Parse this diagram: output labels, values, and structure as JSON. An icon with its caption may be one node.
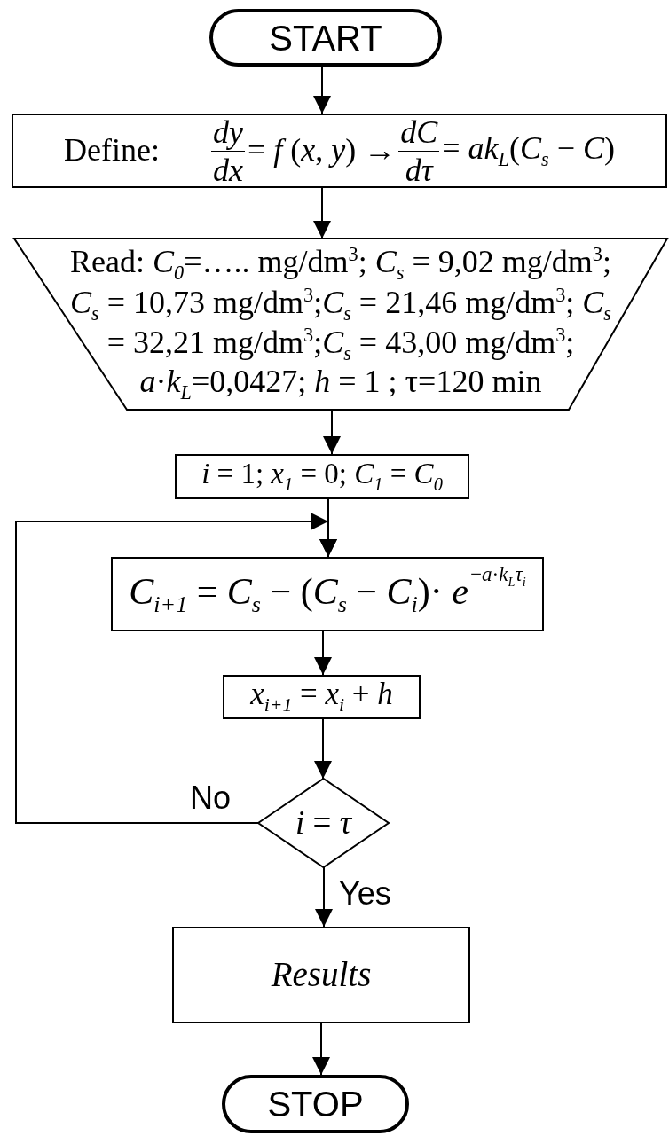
{
  "diagram": {
    "nodes": [
      {
        "text": [
          "START"
        ]
      },
      {
        "text": [
          "Define:",
          "dy",
          "dx",
          "= *f* (*x*, *y*) →",
          "dC",
          "dτ",
          "= *ak*$_{L}$(*C*$_{s}$ − *C*)"
        ]
      },
      {
        "text": [
          "Read: *C*$_{0}$=….. mg/dm$^{3}$; *C*$_{s}$ = 9,02 mg/dm$^{3}$; *C*$_{s}$ = 10,73 mg/dm$^{3}$;*C*$_{s}$ = 21,46 mg/dm$^{3}$; *C*$_{s}$ = 32,21 mg/dm$^{3}$;*C*$_{s}$ = 43,00 mg/dm$^{3}$; *a*·*k*$_{L}$=0,0427; *h* = 1 ; τ=120 min"
        ]
      },
      {
        "text": [
          "*i* = 1;  *x*$_{1}$ = 0; *C*$_{1}$ = *C*$_{0}$"
        ]
      },
      {
        "text": [
          "*C*$_{i+1}$ = *C*$_{s}$ − (*C*$_{s}$ − *C*$_{i}$)· *e*",
          "−*a*·*k*$_{L}$*τ*$_{i}$"
        ]
      },
      {
        "text": [
          "*x*$_{i+1}$ = *x*$_{i}$ + *h*"
        ]
      },
      {
        "text": [
          "*i* = *τ*"
        ]
      },
      {
        "text": [
          "Results"
        ]
      },
      {
        "text": [
          "STOP"
        ]
      }
    ],
    "edges": [
      {
        "from": 0,
        "to": 1,
        "arrow": "to"
      },
      {
        "from": 1,
        "to": 2,
        "arrow": "to"
      },
      {
        "from": 2,
        "to": 3,
        "arrow": "to"
      },
      {
        "from": 3,
        "to": 4,
        "arrow": "to"
      },
      {
        "from": 4,
        "to": 5,
        "arrow": "to"
      },
      {
        "from": 5,
        "to": 6,
        "arrow": "to"
      },
      {
        "from": 6,
        "to": 4,
        "arrow": "to",
        "label": "No"
      },
      {
        "from": 6,
        "to": 7,
        "arrow": "to",
        "label": "Yes"
      },
      {
        "from": 7,
        "to": 8,
        "arrow": "to"
      }
    ]
  }
}
